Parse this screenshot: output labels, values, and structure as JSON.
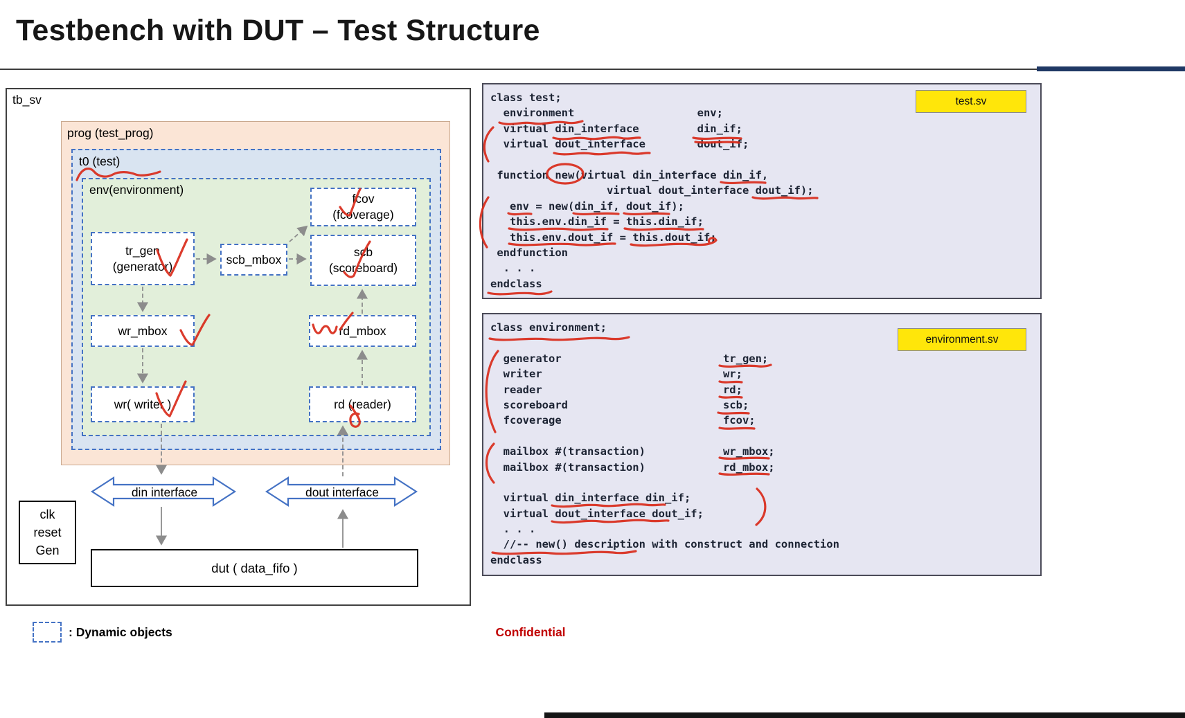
{
  "title": "Testbench with DUT – Test Structure",
  "diagram": {
    "tb_label": "tb_sv",
    "prog_label": "prog (test_prog)",
    "t0_label": "t0 (test)",
    "env_label": "env(environment)",
    "blocks": {
      "tr_gen": "tr_gen\n(generator)",
      "scb_mbox": "scb_mbox",
      "fcov": "fcov\n(fcoverage)",
      "scb": "scb\n(scoreboard)",
      "wr_mbox": "wr_mbox",
      "rd_mbox": "rd_mbox",
      "wr": "wr( writer )",
      "rd": "rd (reader)"
    },
    "interfaces": {
      "din": "din interface",
      "dout": "dout interface"
    },
    "clk_gen": "clk\nreset\nGen",
    "dut": "dut ( data_fifo )"
  },
  "code_panels": [
    {
      "file_label": "test.sv",
      "lines": [
        "class test;",
        "  environment                   env;",
        "  virtual din_interface         din_if;",
        "  virtual dout_interface        dout_if;",
        "",
        " function new(virtual din_interface din_if,",
        "                  virtual dout_interface dout_if);",
        "   env = new(din_if, dout_if);",
        "   this.env.din_if = this.din_if;",
        "   this.env.dout_if = this.dout_if;",
        " endfunction",
        "  . . .",
        "endclass"
      ]
    },
    {
      "file_label": "environment.sv",
      "lines": [
        "class environment;",
        "",
        "  generator                         tr_gen;",
        "  writer                            wr;",
        "  reader                            rd;",
        "  scoreboard                        scb;",
        "  fcoverage                         fcov;",
        "",
        "  mailbox #(transaction)            wr_mbox;",
        "  mailbox #(transaction)            rd_mbox;",
        "",
        "  virtual din_interface din_if;",
        "  virtual dout_interface dout_if;",
        "  . . .",
        "  //-- new() description with construct and connection",
        "endclass"
      ]
    }
  ],
  "footer": {
    "legend": ": Dynamic objects",
    "confidential": "Confidential"
  },
  "colors": {
    "annotation_red": "#d92b1b",
    "dashed_blue": "#4472c4",
    "label_yellow": "#ffe60a",
    "panel_bg": "#e6e6f2",
    "confidential_red": "#c00000",
    "prog_bg": "#fbe5d6",
    "t0_bg": "#d9e4f1",
    "env_bg": "#e2efda"
  }
}
